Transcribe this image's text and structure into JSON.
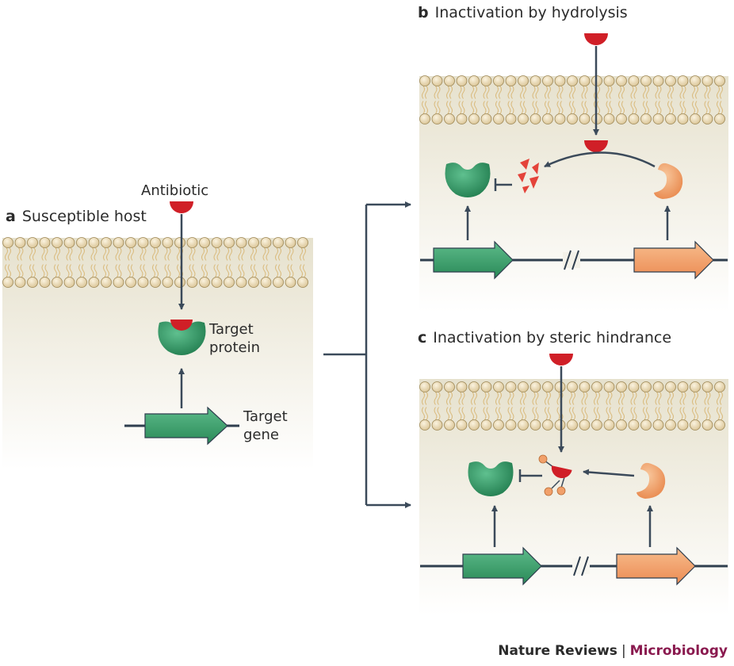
{
  "panels": {
    "a": {
      "letter": "a",
      "title": "Susceptible host",
      "antibiotic_label": "Antibiotic",
      "protein_label_1": "Target",
      "protein_label_2": "protein",
      "gene_label_1": "Target",
      "gene_label_2": "gene"
    },
    "b": {
      "letter": "b",
      "title": "Inactivation by hydrolysis"
    },
    "c": {
      "letter": "c",
      "title": "Inactivation by steric hindrance"
    }
  },
  "credit": {
    "journal": "Nature Reviews",
    "separator": "|",
    "section": "Microbiology"
  },
  "colors": {
    "antibiotic": "#d01f27",
    "target_protein": "#2e9a66",
    "target_gene": "#3aa26f",
    "resistance_enzyme": "#f1a06a",
    "membrane_head": "#ead9b4",
    "arrow": "#3b4a5a",
    "accent": "#8a1a4f"
  }
}
